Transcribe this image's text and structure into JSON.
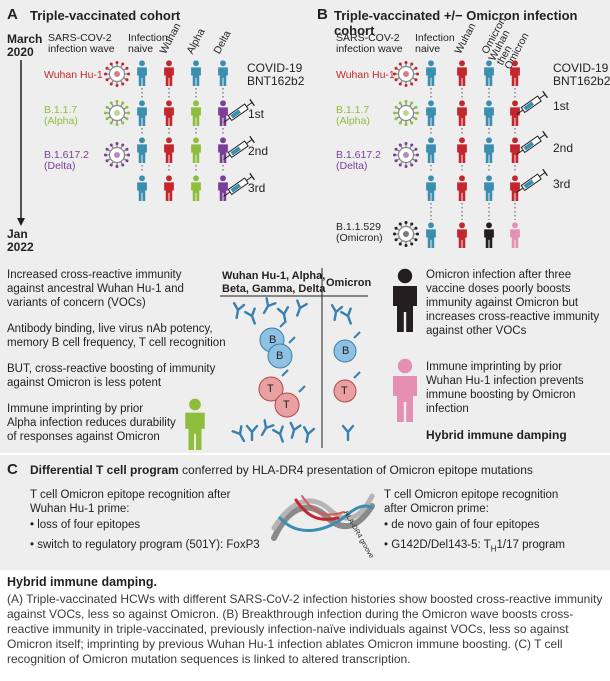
{
  "panelA": {
    "letter": "A",
    "title": "Triple-vaccinated cohort",
    "start_date": "March\n2020",
    "end_date": "Jan\n2022",
    "wave_label": "SARS-COV-2\ninfection wave",
    "col_naive": "Infection\nnaive",
    "col_wuhan": "Wuhan",
    "col_alpha": "Alpha",
    "col_delta": "Delta",
    "vaccine": "COVID-19\nBNT162b2",
    "doses": [
      "1st",
      "2nd",
      "3rd"
    ],
    "variants": [
      {
        "label": "Wuhan Hu-1",
        "color": "#c4262e"
      },
      {
        "label": "B.1.1.7\n(Alpha)",
        "color": "#8dbf3c"
      },
      {
        "label": "B.1.617.2\n(Delta)",
        "color": "#7b3f98"
      }
    ]
  },
  "panelB": {
    "letter": "B",
    "title": "Triple-vaccinated +/− Omicron infection cohort",
    "wave_label": "SARS-COV-2\ninfection wave",
    "col_naive": "Infection\nnaive",
    "col_wuhan": "Wuhan",
    "col_omicron": "Omicron",
    "col_wuhan_then": "Wuhan\nthen\nOmicron",
    "vaccine": "COVID-19\nBNT162b2",
    "doses": [
      "1st",
      "2nd",
      "3rd"
    ],
    "variants": [
      {
        "label": "Wuhan Hu-1",
        "color": "#c4262e"
      },
      {
        "label": "B.1.1.7\n(Alpha)",
        "color": "#8dbf3c"
      },
      {
        "label": "B.1.617.2\n(Delta)",
        "color": "#7b3f98"
      },
      {
        "label": "B.1.1.529\n(Omicron)",
        "color": "#231f20"
      }
    ]
  },
  "middle": {
    "left_findings": [
      "Increased cross-reactive immunity\nagainst ancestral Wuhan Hu-1 and\nvariants of concern (VOCs)",
      "Antibody binding, live virus nAb potency,\nmemory B cell frequency, T cell recognition",
      "BUT, cross-reactive boosting of immunity\nagainst Omicron is less potent",
      "Immune imprinting by prior\nAlpha infection reduces durability\nof responses against Omicron"
    ],
    "table_col1": "Wuhan Hu-1, Alpha,\nBeta, Gamma, Delta",
    "table_col2": "Omicron",
    "cell_b": "B",
    "cell_t": "T",
    "right_findings": [
      "Omicron infection after three\nvaccine doses poorly boosts\nimmunity against Omicron but\nincreases cross-reactive immunity\nagainst other VOCs",
      "Immune imprinting by prior\nWuhan Hu-1 infection prevents\nimmune boosting by Omicron\ninfection"
    ],
    "damping_label": "Hybrid immune damping"
  },
  "panelC": {
    "letter": "C",
    "title_bold": "Differential T cell program",
    "title_rest": " conferred by HLA-DR4 presentation of Omicron epitope mutations",
    "left_heading": "T cell Omicron epitope recognition after\nWuhan Hu-1 prime:",
    "left_bullets": [
      "• loss of four epitopes",
      "• switch to regulatory program (501Y): FoxP3"
    ],
    "groove_label": "HLA-DR4 groove",
    "right_heading": "T cell Omicron epitope recognition\nafter Omicron prime:",
    "right_bullets": [
      "• de novo gain of four epitopes",
      "• G142D/Del143-5: T"
    ],
    "right_sub": "H",
    "right_tail": "1/17 program"
  },
  "caption": {
    "title": "Hybrid immune damping.",
    "text": "(A) Triple-vaccinated HCWs with different SARS-CoV-2 infection histories show boosted cross-reactive immunity against VOCs, less so against Omicron. (B) Breakthrough infection during the Omicron wave boosts cross-reactive immunity in triple-vaccinated, previously infection-naïve individuals against VOCs, less so against Omicron itself; imprinting by previous Wuhan Hu-1 infection ablates Omicron immune boosting. (C) T cell recognition of Omicron mutation sequences is linked to altered transcription."
  },
  "colors": {
    "teal": "#3a8fb0",
    "wuhan": "#c4262e",
    "alpha": "#8dbf3c",
    "delta": "#7b3f98",
    "omicron": "#231f20",
    "pink": "#e58fb2",
    "bcell": "#8fc1e3",
    "tcell": "#e8a0a0"
  }
}
